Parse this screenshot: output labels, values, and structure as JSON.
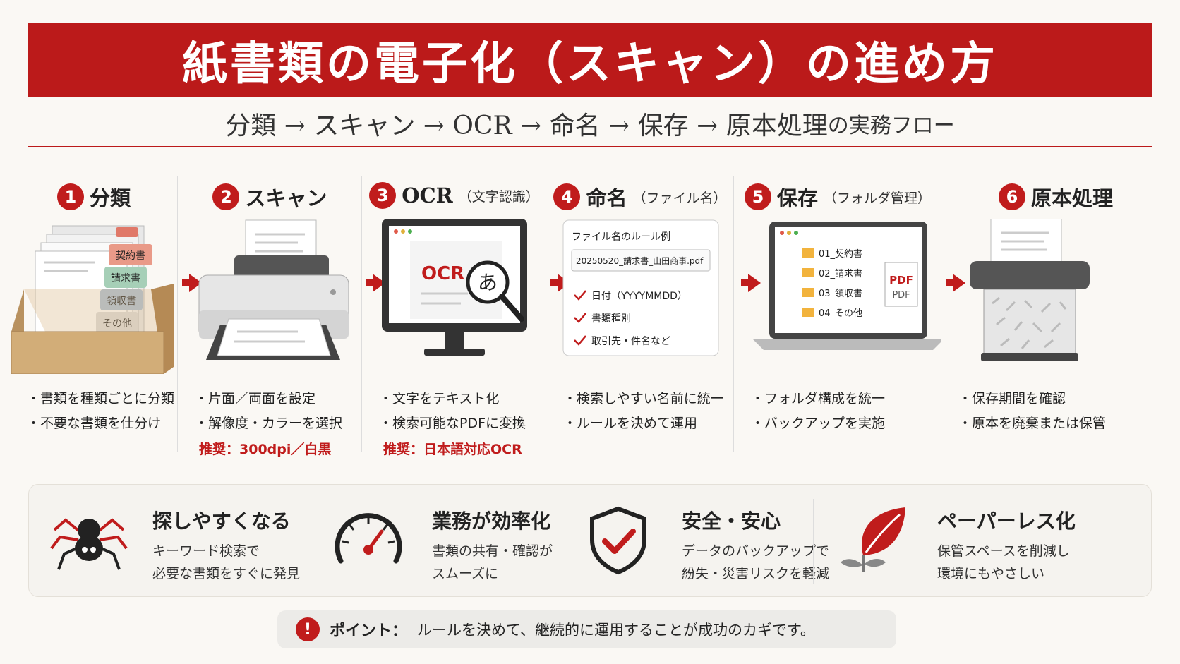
{
  "title": "紙書類の電子化（スキャン）の進め方",
  "subtitle": {
    "main": "分類 → スキャン → OCR → 命名 → 保存 → 原本処理",
    "suffix": "の実務フロー"
  },
  "steps": [
    {
      "num": "1",
      "title": "分類",
      "sub": "",
      "bullets": [
        "・書類を種類ごとに分類",
        "・不要な書類を仕分け"
      ],
      "recommend": "",
      "tabs": [
        "契約書",
        "請求書",
        "領収書",
        "その他"
      ]
    },
    {
      "num": "2",
      "title": "スキャン",
      "sub": "",
      "bullets": [
        "・片面／両面を設定",
        "・解像度・カラーを選択"
      ],
      "recommend": "推奨：300dpi／白黒"
    },
    {
      "num": "3",
      "title": "OCR",
      "sub": "（文字認識）",
      "bullets": [
        "・文字をテキスト化",
        "・検索可能なPDFに変換"
      ],
      "recommend": "推奨：日本語対応OCR",
      "screen_label": "OCR",
      "lens_char": "あ"
    },
    {
      "num": "4",
      "title": "命名",
      "sub": "（ファイル名）",
      "bullets": [
        "・検索しやすい名前に統一",
        "・ルールを決めて運用"
      ],
      "recommend": "",
      "card": {
        "heading": "ファイル名のルール例",
        "example": "20250520_請求書_山田商事.pdf",
        "checks": [
          "日付（YYYYMMDD）",
          "書類種別",
          "取引先・件名など"
        ]
      }
    },
    {
      "num": "5",
      "title": "保存",
      "sub": "（フォルダ管理）",
      "bullets": [
        "・フォルダ構成を統一",
        "・バックアップを実施"
      ],
      "recommend": "",
      "folders": [
        "01_契約書",
        "02_請求書",
        "03_領収書",
        "04_その他"
      ],
      "pdf_label": "PDF"
    },
    {
      "num": "6",
      "title": "原本処理",
      "sub": "",
      "bullets": [
        "・保存期間を確認",
        "・原本を廃棄または保管"
      ],
      "recommend": ""
    }
  ],
  "benefits": [
    {
      "title": "探しやすくなる",
      "desc": [
        "キーワード検索で",
        "必要な書類をすぐに発見"
      ],
      "icon": "spider-icon"
    },
    {
      "title": "業務が効率化",
      "desc": [
        "書類の共有・確認が",
        "スムーズに"
      ],
      "icon": "gauge-icon"
    },
    {
      "title": "安全・安心",
      "desc": [
        "データのバックアップで",
        "紛失・災害リスクを軽減"
      ],
      "icon": "shield-check-icon"
    },
    {
      "title": "ペーパーレス化",
      "desc": [
        "保管スペースを削減し",
        "環境にもやさしい"
      ],
      "icon": "leaf-icon"
    }
  ],
  "point": {
    "icon": "!",
    "label": "ポイント：",
    "text": "ルールを決めて、継続的に運用することが成功のカギです。"
  },
  "colors": {
    "accent": "#bb1a1a",
    "background": "#faf8f4"
  }
}
